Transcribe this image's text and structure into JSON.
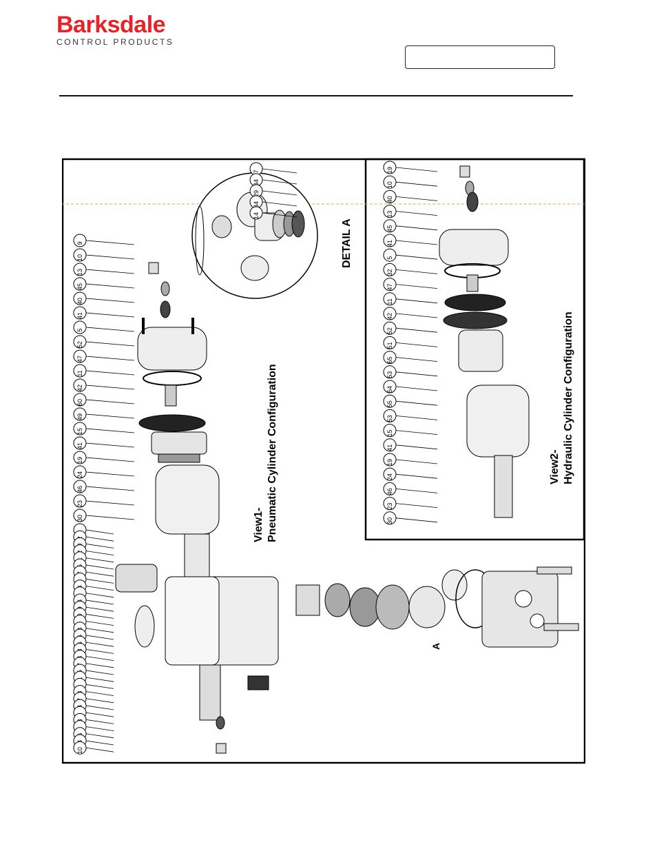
{
  "header": {
    "brand": "Barksdale",
    "tagline": "CONTROL PRODUCTS"
  },
  "drawing": {
    "view1_title_line1": "View1-",
    "view1_title_line2": "Pneumatic Cylinder Configuration",
    "view2_title_line1": "View2-",
    "view2_title_line2": "Hydraulic Cylinder Configuration",
    "detail_title": "DETAIL A",
    "detail_marker": "A",
    "view1_callouts": [
      "9",
      "10",
      "13",
      "45",
      "40",
      "41",
      "5",
      "52",
      "47",
      "11",
      "42",
      "60",
      "49",
      "15",
      "41",
      "19",
      "24",
      "46",
      "23",
      "30"
    ],
    "view1_left_callouts": [
      "8",
      "12",
      "20",
      "22",
      "21",
      "35",
      "37",
      "6",
      "18",
      "4",
      "13",
      "39",
      "10",
      "9",
      "38",
      "26",
      "16",
      "48",
      "44",
      "27",
      "25",
      "31",
      "3",
      "28",
      "17",
      "48",
      "2",
      "33",
      "1",
      "56",
      "43",
      "10"
    ],
    "view2_callouts": [
      "19",
      "10",
      "40",
      "13",
      "45",
      "41",
      "5",
      "32",
      "47",
      "11",
      "42",
      "52",
      "51",
      "65",
      "53",
      "54",
      "55",
      "53",
      "15",
      "41",
      "19",
      "24",
      "46",
      "23",
      "30"
    ],
    "detail_callouts": [
      "7",
      "34",
      "29",
      "34",
      "14"
    ]
  }
}
